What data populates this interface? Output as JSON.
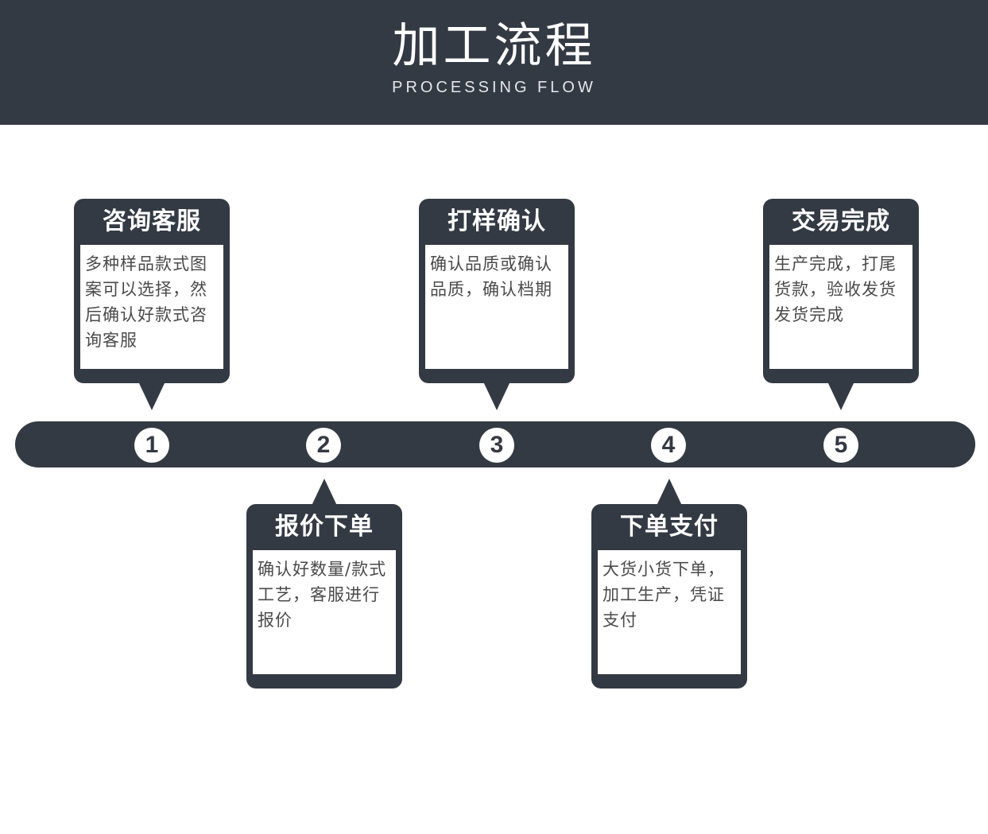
{
  "header": {
    "title": "加工流程",
    "subtitle": "PROCESSING FLOW"
  },
  "steps": [
    {
      "number": "1",
      "title": "咨询客服",
      "text": "多种样品款式图案可以选择，然后确认好款式咨询客服"
    },
    {
      "number": "2",
      "title": "报价下单",
      "text": "确认好数量/款式工艺，客服进行报价"
    },
    {
      "number": "3",
      "title": "打样确认",
      "text": "确认品质或确认品质，确认档期"
    },
    {
      "number": "4",
      "title": "下单支付",
      "text": "大货小货下单，加工生产，凭证支付"
    },
    {
      "number": "5",
      "title": "交易完成",
      "text": "生产完成，打尾货款，验收发货发货完成"
    }
  ],
  "colors": {
    "dark": "#343a44",
    "light": "#ffffff",
    "body_text": "#4a4a4a"
  }
}
